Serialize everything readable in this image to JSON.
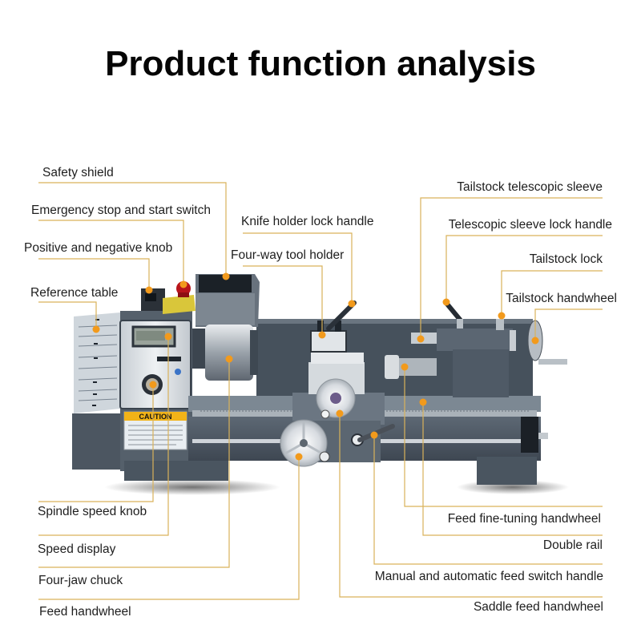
{
  "title": "Product function analysis",
  "colors": {
    "leader_line": "#d9b25a",
    "callout_dot": "#f29a1c",
    "machine_body": "#4f5a66",
    "machine_dark": "#2f3741",
    "steel": "#c9ced3",
    "caution_yellow": "#f2b318",
    "switch_yellow": "#e3cf3a",
    "stop_red": "#c0141a"
  },
  "labels_left": [
    {
      "id": "safety-shield",
      "text": "Safety shield"
    },
    {
      "id": "emergency-stop-switch",
      "text": "Emergency stop and start switch"
    },
    {
      "id": "positive-negative-knob",
      "text": "Positive and negative knob"
    },
    {
      "id": "reference-table",
      "text": "Reference table"
    }
  ],
  "labels_top_center": [
    {
      "id": "knife-holder-lock-handle",
      "text": "Knife holder lock handle"
    },
    {
      "id": "four-way-tool-holder",
      "text": "Four-way tool holder"
    }
  ],
  "labels_right_top": [
    {
      "id": "tailstock-telescopic-sleeve",
      "text": "Tailstock telescopic sleeve"
    },
    {
      "id": "telescopic-sleeve-lock-handle",
      "text": "Telescopic sleeve lock handle"
    },
    {
      "id": "tailstock-lock",
      "text": "Tailstock lock"
    },
    {
      "id": "tailstock-handwheel",
      "text": "Tailstock handwheel"
    }
  ],
  "labels_bottom_left": [
    {
      "id": "spindle-speed-knob",
      "text": "Spindle speed knob"
    },
    {
      "id": "speed-display",
      "text": "Speed display"
    },
    {
      "id": "four-jaw-chuck",
      "text": "Four-jaw chuck"
    },
    {
      "id": "feed-handwheel",
      "text": "Feed handwheel"
    }
  ],
  "labels_bottom_right": [
    {
      "id": "feed-fine-tuning-handwheel",
      "text": "Feed fine-tuning handwheel"
    },
    {
      "id": "double-rail",
      "text": "Double rail"
    },
    {
      "id": "manual-auto-feed-switch-handle",
      "text": "Manual and automatic feed switch handle"
    },
    {
      "id": "saddle-feed-handwheel",
      "text": "Saddle feed handwheel"
    }
  ],
  "machine": {
    "caution_text": "CAUTION"
  }
}
